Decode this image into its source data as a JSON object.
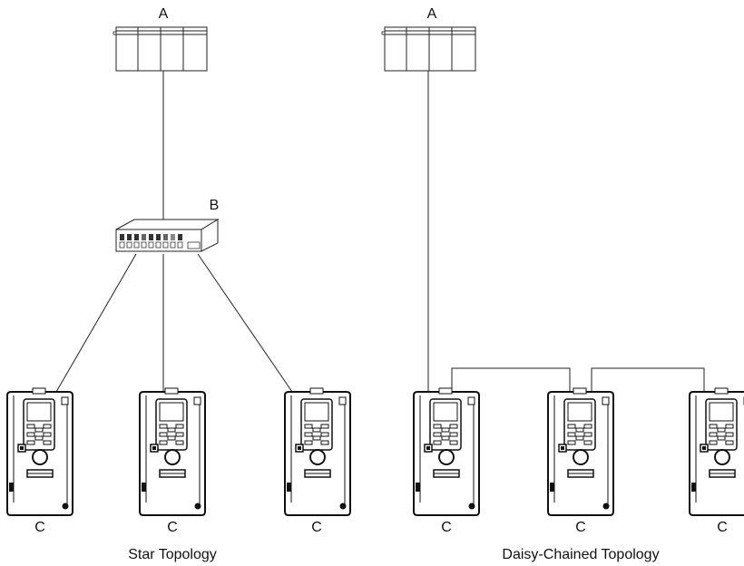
{
  "star": {
    "controller_label": "A",
    "switch_label": "B",
    "drive_labels": [
      "C",
      "C",
      "C"
    ],
    "caption": "Star Topology"
  },
  "daisy": {
    "controller_label": "A",
    "drive_labels": [
      "C",
      "C",
      "C"
    ],
    "caption": "Daisy-Chained Topology"
  }
}
